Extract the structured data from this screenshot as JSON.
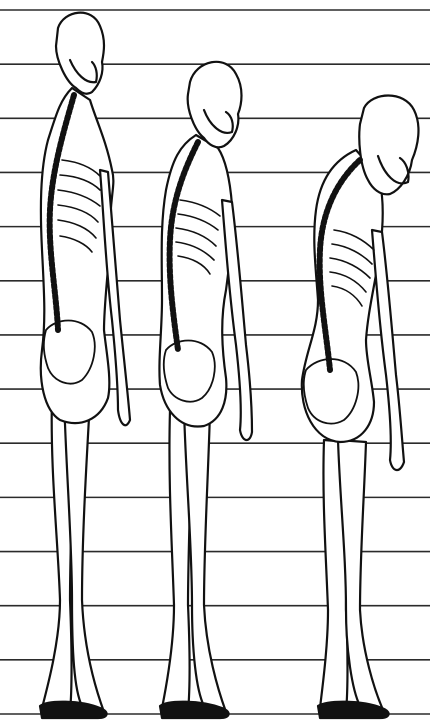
{
  "figures": [
    {
      "name": "figure-upright-posture"
    },
    {
      "name": "figure-moderate-kyphosis"
    },
    {
      "name": "figure-severe-kyphosis"
    }
  ],
  "colors": {
    "ink": "#111111",
    "paper": "#ffffff",
    "ruler_line": "#2b2b2b"
  },
  "ruler_line_count": 14
}
